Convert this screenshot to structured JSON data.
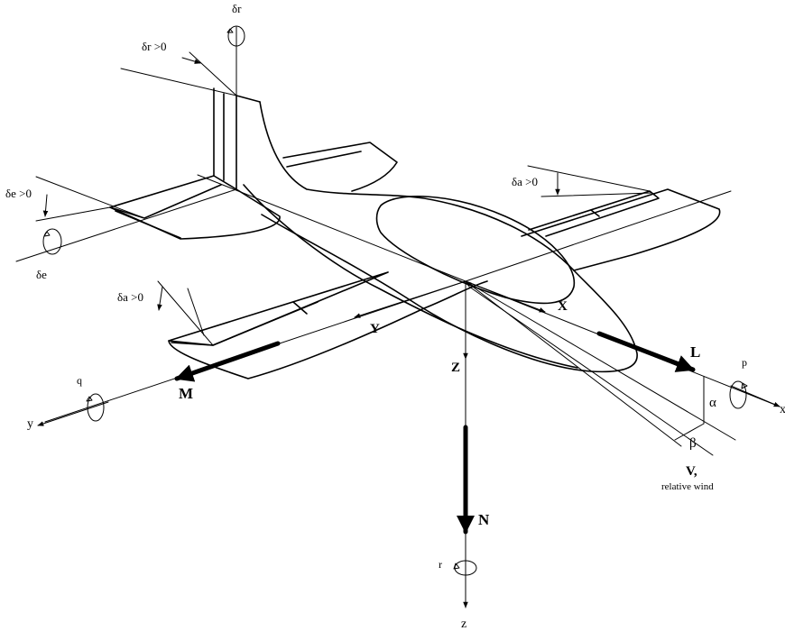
{
  "labels": {
    "X": "X",
    "Y": "Y",
    "Z": "Z",
    "L": "L",
    "M": "M",
    "N": "N",
    "V": "V,",
    "relative_wind": "relative wind",
    "x_axis": "x",
    "y_axis": "y",
    "z_axis": "z",
    "p": "p",
    "q": "q",
    "r": "r",
    "alpha": "α",
    "beta": "β",
    "delta_r_top": "δr",
    "delta_r_pos": "δr >0",
    "delta_e_pos": "δe >0",
    "delta_e": "δe",
    "delta_a_right": "δa >0",
    "delta_a_left": "δa >0"
  }
}
